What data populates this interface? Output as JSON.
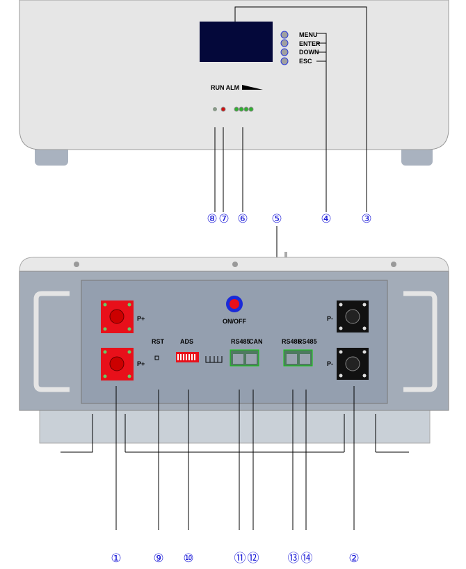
{
  "top_unit": {
    "buttons": [
      "MENU",
      "ENTER",
      "DOWN",
      "ESC"
    ],
    "indicator_label": "RUN ALM"
  },
  "bottom_unit": {
    "pos_label": "P+",
    "neg_label": "P-",
    "power_label": "ON/OFF",
    "rst_label": "RST",
    "ads_label": "ADS",
    "port_labels": [
      "RS485",
      "CAN",
      "RS485",
      "RS485"
    ]
  },
  "callouts": {
    "c1": "①",
    "c2": "②",
    "c3": "③",
    "c4": "④",
    "c5": "⑤",
    "c6": "⑥",
    "c7": "⑦",
    "c8": "⑧",
    "c9": "⑨",
    "c10": "⑩",
    "c11": "⑪",
    "c12": "⑫",
    "c13": "⑬",
    "c14": "⑭"
  },
  "colors": {
    "callout": "#1a1ad8",
    "display": "#04083a",
    "connector_pos": "#e8101a",
    "connector_neg": "#111111",
    "port": "#4f7a60"
  }
}
